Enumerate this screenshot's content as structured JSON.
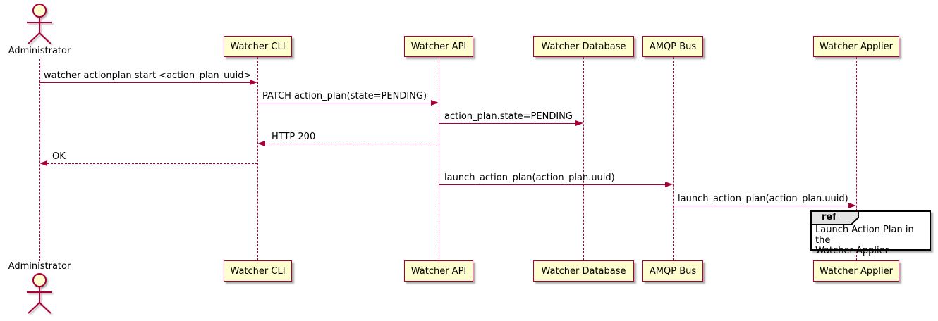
{
  "diagram": {
    "type": "uml-sequence-diagram",
    "colors": {
      "accent": "#A80036",
      "participant_fill": "#FEFECE",
      "actor_head_fill": "#FEFECE",
      "ref_header_fill": "#E2E2E2",
      "ref_border": "#000000",
      "text": "#000000",
      "background": "#FFFFFF"
    },
    "participants": [
      {
        "id": "administrator",
        "name": "Administrator",
        "kind": "actor"
      },
      {
        "id": "watcher-cli",
        "name": "Watcher CLI",
        "kind": "participant"
      },
      {
        "id": "watcher-api",
        "name": "Watcher API",
        "kind": "participant"
      },
      {
        "id": "watcher-database",
        "name": "Watcher Database",
        "kind": "participant"
      },
      {
        "id": "amqp-bus",
        "name": "AMQP Bus",
        "kind": "participant"
      },
      {
        "id": "watcher-applier",
        "name": "Watcher Applier",
        "kind": "participant"
      }
    ],
    "messages": [
      {
        "from": "Administrator",
        "to": "Watcher CLI",
        "label": "watcher actionplan start <action_plan_uuid>",
        "style": "solid"
      },
      {
        "from": "Watcher CLI",
        "to": "Watcher API",
        "label": "PATCH action_plan(state=PENDING)",
        "style": "solid"
      },
      {
        "from": "Watcher API",
        "to": "Watcher Database",
        "label": "action_plan.state=PENDING",
        "style": "solid"
      },
      {
        "from": "Watcher API",
        "to": "Watcher CLI",
        "label": "HTTP 200",
        "style": "dashed"
      },
      {
        "from": "Watcher CLI",
        "to": "Administrator",
        "label": "OK",
        "style": "dashed"
      },
      {
        "from": "Watcher API",
        "to": "AMQP Bus",
        "label": "launch_action_plan(action_plan.uuid)",
        "style": "solid"
      },
      {
        "from": "AMQP Bus",
        "to": "Watcher Applier",
        "label": "launch_action_plan(action_plan.uuid)",
        "style": "solid"
      }
    ],
    "ref_fragment": {
      "keyword": "ref",
      "over": "Watcher Applier",
      "text": "Launch Action Plan in the\nWatcher Applier"
    }
  }
}
